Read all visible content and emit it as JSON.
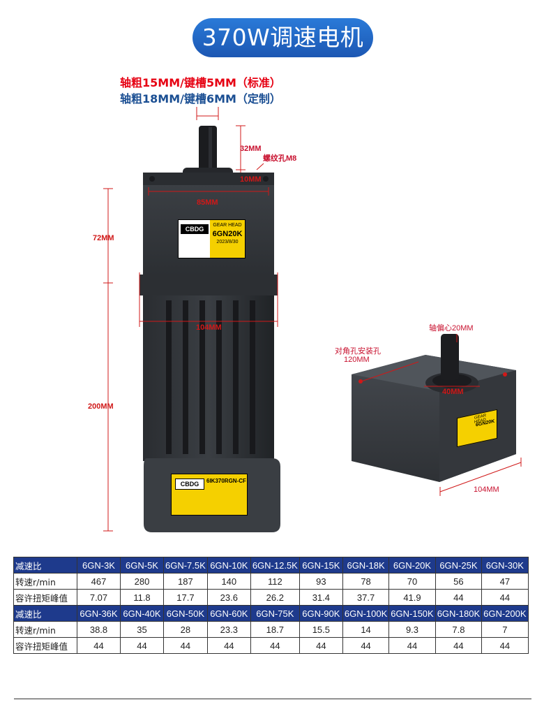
{
  "title": "370W调速电机",
  "shaft_specs": {
    "standard": "轴粗15MM/键槽5MM（标准）",
    "custom": "轴粗18MM/键槽6MM（定制）"
  },
  "dimensions": {
    "shaft_length": "32MM",
    "screw_hole": "螺纹孔M8",
    "boss_height": "10MM",
    "head_width": "85MM",
    "head_height": "72MM",
    "body_width": "104MM",
    "body_height": "200MM",
    "shaft_offset": "轴偏心20MM",
    "diagonal_hole_label": "对角孔安装孔",
    "diagonal_hole_value": "120MM",
    "boss_diameter": "40MM",
    "gearbox_width": "104MM"
  },
  "labels": {
    "gear_head_title": "GEAR HEAD",
    "gear_head_model": "6GN20K",
    "gear_head_date": "2023/8/30",
    "motor_model": "6IK370RGN-CF",
    "brand": "CBDG",
    "small_gear_head_title": "GEAR HEAD",
    "small_gear_head_model": "6GN20K"
  },
  "table": {
    "row_labels": {
      "ratio": "减速比",
      "speed": "转速r/min",
      "torque": "容许扭矩峰值"
    },
    "block1": {
      "models": [
        "6GN-3K",
        "6GN-5K",
        "6GN-7.5K",
        "6GN-10K",
        "6GN-12.5K",
        "6GN-15K",
        "6GN-18K",
        "6GN-20K",
        "6GN-25K",
        "6GN-30K"
      ],
      "speeds": [
        "467",
        "280",
        "187",
        "140",
        "112",
        "93",
        "78",
        "70",
        "56",
        "47"
      ],
      "torques": [
        "7.07",
        "11.8",
        "17.7",
        "23.6",
        "26.2",
        "31.4",
        "37.7",
        "41.9",
        "44",
        "44"
      ]
    },
    "block2": {
      "models": [
        "6GN-36K",
        "6GN-40K",
        "6GN-50K",
        "6GN-60K",
        "6GN-75K",
        "6GN-90K",
        "6GN-100K",
        "6GN-150K",
        "6GN-180K",
        "6GN-200K"
      ],
      "speeds": [
        "38.8",
        "35",
        "28",
        "23.3",
        "18.7",
        "15.5",
        "14",
        "9.3",
        "7.8",
        "7"
      ],
      "torques": [
        "44",
        "44",
        "44",
        "44",
        "44",
        "44",
        "44",
        "44",
        "44",
        "44"
      ]
    }
  }
}
